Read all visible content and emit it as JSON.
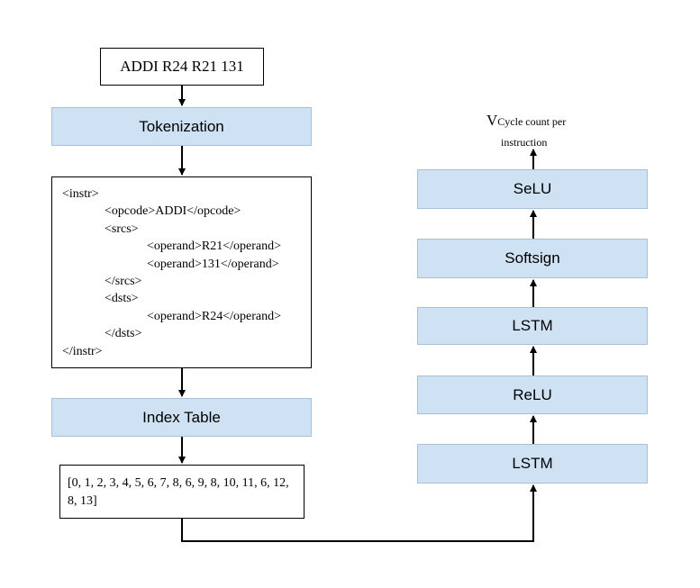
{
  "input_instruction": "ADDI R24 R21 131",
  "tokenization_label": "Tokenization",
  "xml_lines": [
    {
      "text": "<instr>",
      "level": 0
    },
    {
      "text": "<opcode>ADDI</opcode>",
      "level": 1
    },
    {
      "text": "<srcs>",
      "level": 1
    },
    {
      "text": "<operand>R21</operand>",
      "level": 2
    },
    {
      "text": "<operand>131</operand>",
      "level": 2
    },
    {
      "text": "</srcs>",
      "level": 1
    },
    {
      "text": "<dsts>",
      "level": 1
    },
    {
      "text": "<operand>R24</operand>",
      "level": 2
    },
    {
      "text": "</dsts>",
      "level": 1
    },
    {
      "text": "</instr>",
      "level": 0
    }
  ],
  "index_table_label": "Index Table",
  "token_vector": "[0, 1, 2, 3, 4, 5, 6, 7, 8, 6, 9, 8, 10, 11, 6, 12, 8, 13]",
  "layers": {
    "lstm_bottom": "LSTM",
    "relu": "ReLU",
    "lstm_top": "LSTM",
    "softsign": "Softsign",
    "selu": "SeLU"
  },
  "output": {
    "symbol": "V",
    "subscript_line1": "Cycle count per",
    "subscript_line2": "instruction"
  },
  "colors": {
    "layer_fill": "#cfe2f3",
    "layer_border": "#a7c1db",
    "arrow": "#000000"
  }
}
